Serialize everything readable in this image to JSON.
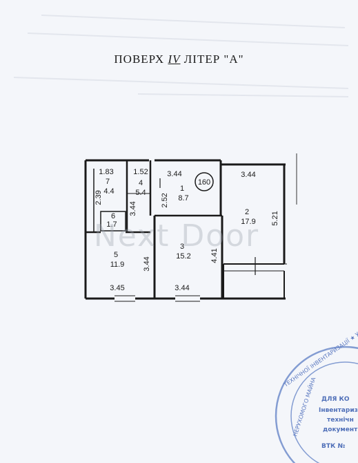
{
  "title": {
    "prefix": "ПОВЕРХ ",
    "floor": "IV",
    "suffix": " ЛІТЕР \"А\""
  },
  "watermark": "Next Door",
  "badge": "160",
  "rooms": [
    {
      "id": "1",
      "area": "8.7"
    },
    {
      "id": "2",
      "area": "17.9"
    },
    {
      "id": "3",
      "area": "15.2"
    },
    {
      "id": "4",
      "area": "5.4"
    },
    {
      "id": "5",
      "area": "11.9"
    },
    {
      "id": "6",
      "area": "1.7"
    },
    {
      "id": "7",
      "area": "4.4"
    }
  ],
  "dimensions": {
    "r7_top": "1.83",
    "r4_top": "1.52",
    "r1_top": "3.44",
    "r2_top": "3.44",
    "r7_side": "2.39",
    "r4_side": "3.44",
    "r1_side": "2.52",
    "r2_side": "5.21",
    "r5_side": "3.44",
    "r3_side": "4.41",
    "r5_bottom": "3.45",
    "r3_bottom": "3.44"
  },
  "stamp": {
    "line1": "ДЛЯ КО",
    "line2": "Інвентариза",
    "line3": "технічн",
    "line4": "документ",
    "line5": "ВТК №",
    "arc": "ТЕХНІЧНОЇ ІНВЕНТАРИЗАЦІЇ ★ УКРАЇ",
    "arc2": "НЕРУХОМОГО МАЙНА"
  },
  "colors": {
    "ink": "#1a1a1a",
    "stamp": "#4f6fb8",
    "paper": "#f4f6fa"
  }
}
